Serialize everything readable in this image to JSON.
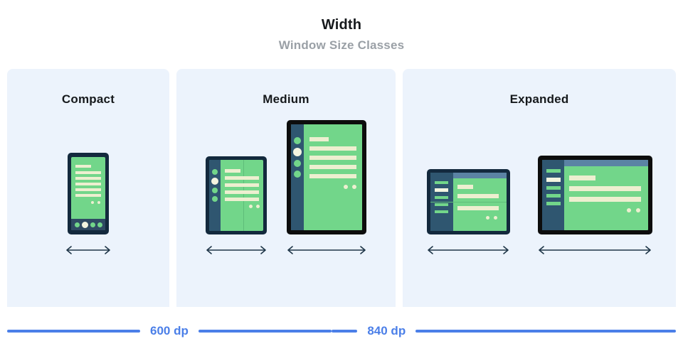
{
  "header": {
    "title": "Width",
    "subtitle": "Window Size Classes"
  },
  "colors": {
    "panel_bg": "#ecf3fc",
    "page_bg": "#ffffff",
    "screen_green": "#72d68a",
    "content_cream": "#edefd0",
    "frame_navy": "#13293d",
    "frame_black": "#0d0d0d",
    "rail_slate": "#2f5670",
    "topstrip_blue": "#5b83a4",
    "accent_blue": "#4b7fe8",
    "title_black": "#16191c",
    "subtitle_gray": "#9aa0a6"
  },
  "panels": [
    {
      "key": "compact",
      "title": "Compact",
      "devices": [
        {
          "name": "phone-portrait",
          "arrow_label": "width-arrow"
        }
      ]
    },
    {
      "key": "medium",
      "title": "Medium",
      "devices": [
        {
          "name": "foldable-portrait-unfolded",
          "arrow_label": "width-arrow"
        },
        {
          "name": "tablet-portrait",
          "arrow_label": "width-arrow"
        }
      ]
    },
    {
      "key": "expanded",
      "title": "Expanded",
      "devices": [
        {
          "name": "foldable-landscape-unfolded",
          "arrow_label": "width-arrow"
        },
        {
          "name": "tablet-landscape",
          "arrow_label": "width-arrow"
        }
      ]
    }
  ],
  "breakpoints": [
    {
      "label": "600 dp"
    },
    {
      "label": "840 dp"
    }
  ]
}
